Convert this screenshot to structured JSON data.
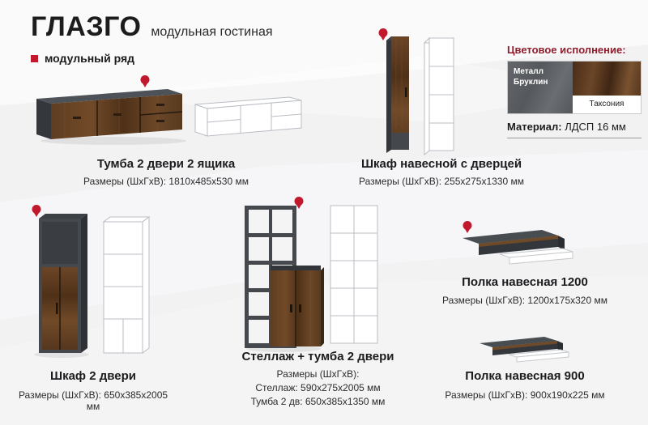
{
  "header": {
    "title": "ГЛАЗГО",
    "subtitle": "модульная гостиная",
    "series": "модульный ряд"
  },
  "colors_panel": {
    "title": "Цветовое исполнение:",
    "swatch_metal_line1": "Металл",
    "swatch_metal_line2": "Бруклин",
    "swatch_wood_label": "Таксония",
    "material_label": "Материал:",
    "material_value": " ЛДСП 16 мм"
  },
  "products": [
    {
      "name": "Тумба 2 двери 2 ящика",
      "dims": "Размеры (ШхГхВ): 1810х485х530 мм"
    },
    {
      "name": "Шкаф навесной с дверцей",
      "dims": "Размеры (ШхГхВ): 255х275х1330 мм"
    },
    {
      "name": "Шкаф 2 двери",
      "dims": "Размеры (ШхГхВ): 650х385х2005 мм"
    },
    {
      "name": "Стеллаж + тумба 2 двери",
      "dims_title": "Размеры (ШхГхВ):",
      "dims_line1": "Стеллаж: 590х275х2005 мм",
      "dims_line2": "Тумба 2 дв: 650х385х1350 мм"
    },
    {
      "name": "Полка навесная 1200",
      "dims": "Размеры (ШхГхВ): 1200х175х320 мм"
    },
    {
      "name": "Полка навесная 900",
      "dims": "Размеры (ШхГхВ): 900х190х225 мм"
    }
  ]
}
